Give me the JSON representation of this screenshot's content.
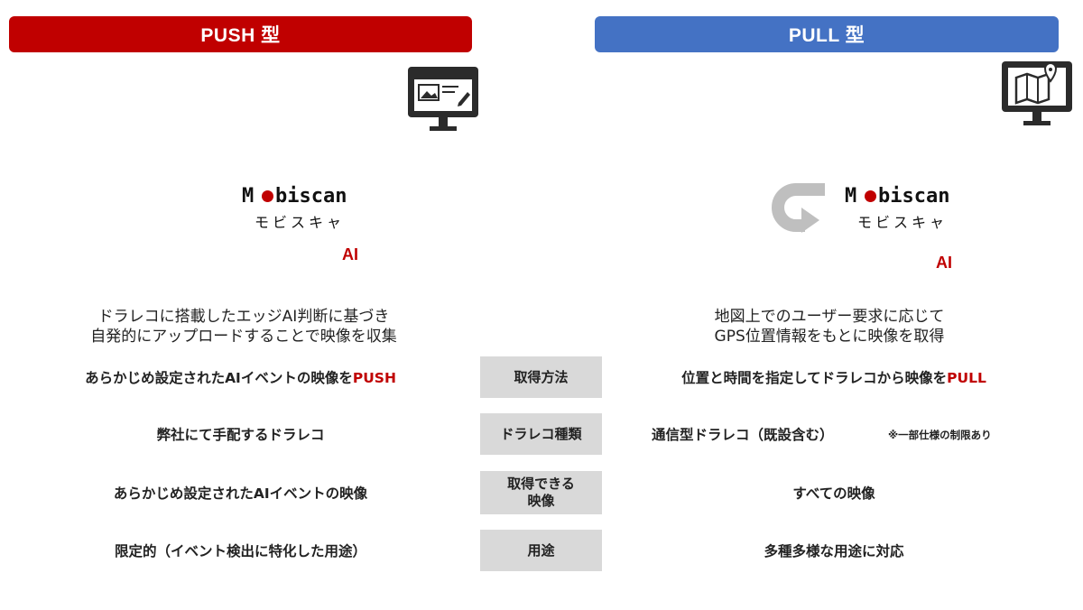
{
  "push": {
    "title": "PUSH 型",
    "logo_text": "biscan",
    "logo_m": "M",
    "logo_kana": "モビスキャ",
    "ai_label": "AI",
    "desc_line1": "ドラレコに搭載したエッジAI判断に基づき",
    "desc_line2": "自発的にアップロードすることで映像を収集"
  },
  "pull": {
    "title": "PULL 型",
    "logo_text": "biscan",
    "logo_m": "M",
    "logo_kana": "モビスキャ",
    "ai_label": "AI",
    "desc_line1": "地図上でのユーザー要求に応じて",
    "desc_line2": "GPS位置情報をもとに映像を取得"
  },
  "rows": [
    {
      "label": "取得方法",
      "push_text": "あらかじめ設定されたAIイベントの映像を",
      "push_highlight": "PUSH",
      "pull_text": "位置と時間を指定してドラレコから映像を",
      "pull_highlight": "PULL"
    },
    {
      "label": "ドラレコ種類",
      "push_text": "弊社にて手配するドラレコ",
      "pull_text": "通信型ドラレコ（既設含む）",
      "pull_note": "※一部仕様の制限あり"
    },
    {
      "label_line1": "取得できる",
      "label_line2": "映像",
      "push_text": "あらかじめ設定されたAIイベントの映像",
      "pull_text": "すべての映像"
    },
    {
      "label": "用途",
      "push_text": "限定的（イベント検出に特化した用途）",
      "pull_text": "多種多様な用途に対応"
    }
  ],
  "icons": {
    "dashcam_car": "dashcam-car-icon",
    "database": "database-icon",
    "monitor_web": "monitor-web-icon",
    "monitor_map": "monitor-map-icon",
    "ai_cycle": "ai-cycle-icon",
    "arrow": "arrow-icon"
  },
  "colors": {
    "push_red": "#c00000",
    "pull_blue": "#4472c4",
    "label_gray": "#d9d9d9",
    "icon_gray": "#a6a6a6"
  }
}
